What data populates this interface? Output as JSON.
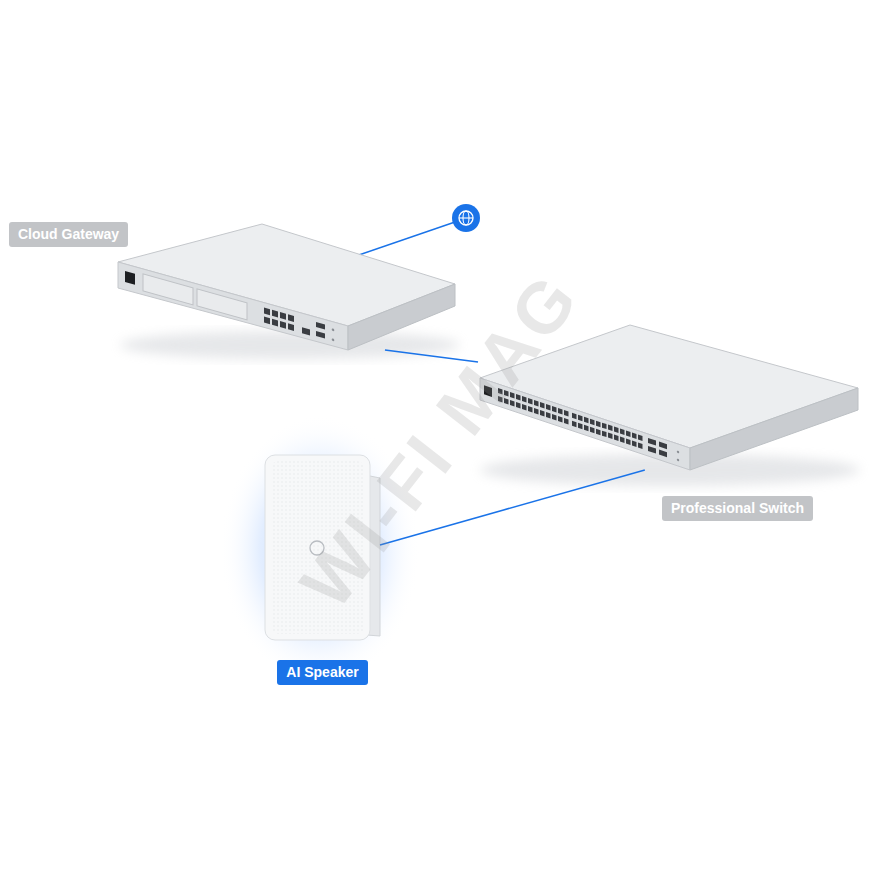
{
  "diagram": {
    "nodes": [
      {
        "text": [
          "Cloud Gateway"
        ]
      },
      {
        "text": [
          "Professional Switch"
        ]
      },
      {
        "text": [
          "AI Speaker"
        ]
      }
    ],
    "edges": [
      {
        "from": 0,
        "to": 1,
        "arrow": "none"
      },
      {
        "from": 1,
        "to": 2,
        "arrow": "none"
      }
    ],
    "labels": [
      "WI-FI MAG"
    ]
  }
}
